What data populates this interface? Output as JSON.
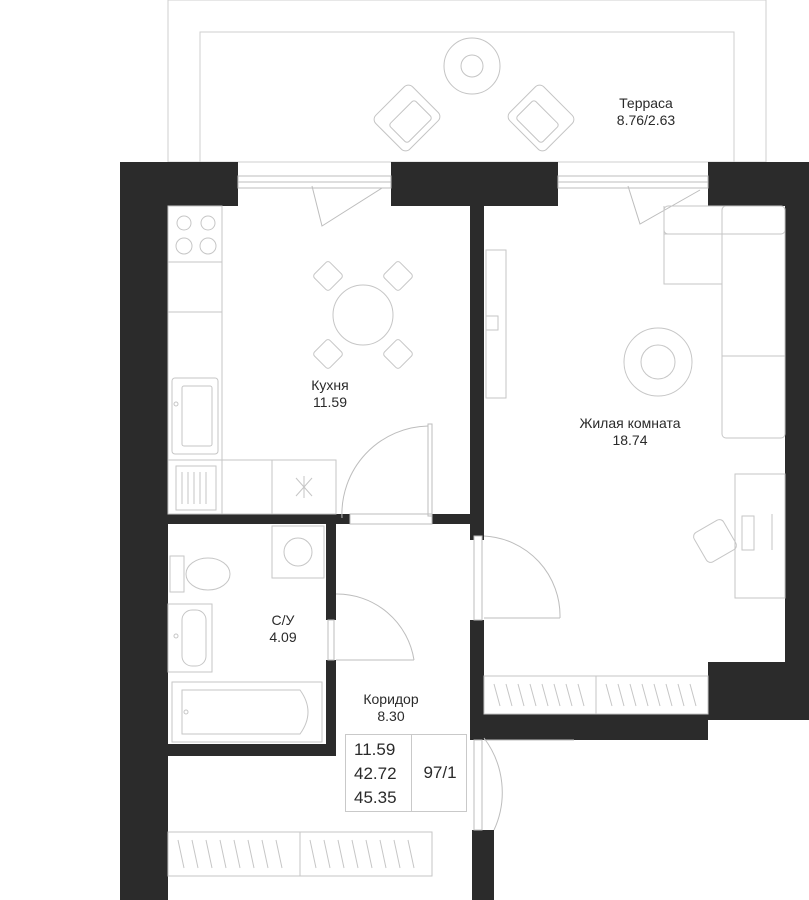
{
  "rooms": {
    "terrace": {
      "name": "Терраса",
      "area": "8.76/2.63"
    },
    "kitchen": {
      "name": "Кухня",
      "area": "11.59"
    },
    "living": {
      "name": "Жилая комната",
      "area": "18.74"
    },
    "bathroom": {
      "name": "С/У",
      "area": "4.09"
    },
    "corridor": {
      "name": "Коридор",
      "area": "8.30"
    }
  },
  "summary": {
    "living_area": "11.59",
    "total_area": "42.72",
    "total_with_terrace": "45.35",
    "apartment_number": "97/1"
  },
  "colors": {
    "wall": "#2b2b2b",
    "line": "#b8b8b8",
    "background": "#ffffff"
  }
}
